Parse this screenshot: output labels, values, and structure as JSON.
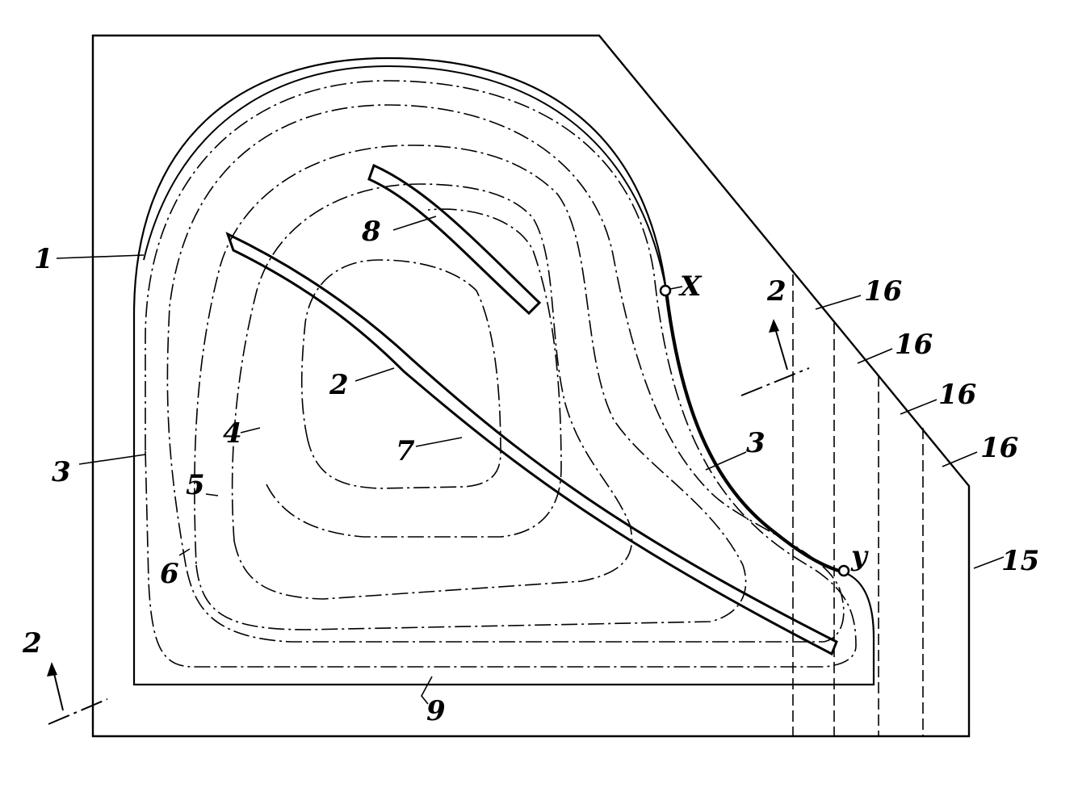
{
  "figure": {
    "labels": {
      "l1": "1",
      "l2_upper": "2",
      "l2_inner": "2",
      "l2_lower": "2",
      "l3_left": "3",
      "l3_right": "3",
      "l4": "4",
      "l5": "5",
      "l6": "6",
      "l7": "7",
      "l8": "8",
      "l9": "9",
      "l15": "15",
      "l16_a": "16",
      "l16_b": "16",
      "l16_c": "16",
      "l16_d": "16",
      "point_x": "X",
      "point_y": "y"
    }
  }
}
